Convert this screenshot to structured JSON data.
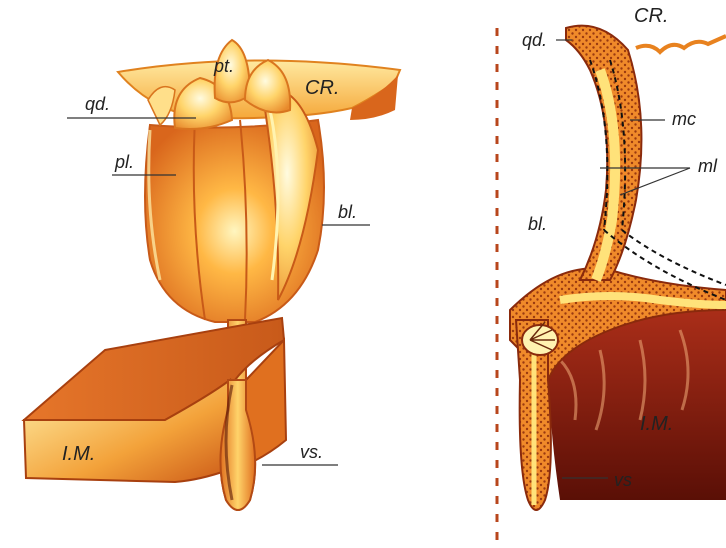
{
  "left_figure": {
    "labels": {
      "pt": "pt.",
      "cr": "CR.",
      "qd": "qd.",
      "pl": "pl.",
      "bl": "bl.",
      "im": "I.M.",
      "vs": "vs."
    }
  },
  "right_figure": {
    "labels": {
      "qd": "qd.",
      "cr": "CR.",
      "mc": "mc",
      "ml": "ml",
      "bl": "bl.",
      "im": "I.M.",
      "vs": "vs"
    }
  },
  "colors": {
    "dark_orange": "#d9661c",
    "mid_orange": "#f08a2a",
    "light_yellow": "#ffe27a",
    "pale_yellow": "#fff3b0",
    "dark_red": "#7a1a0c",
    "dashed_line": "#b8461c"
  }
}
